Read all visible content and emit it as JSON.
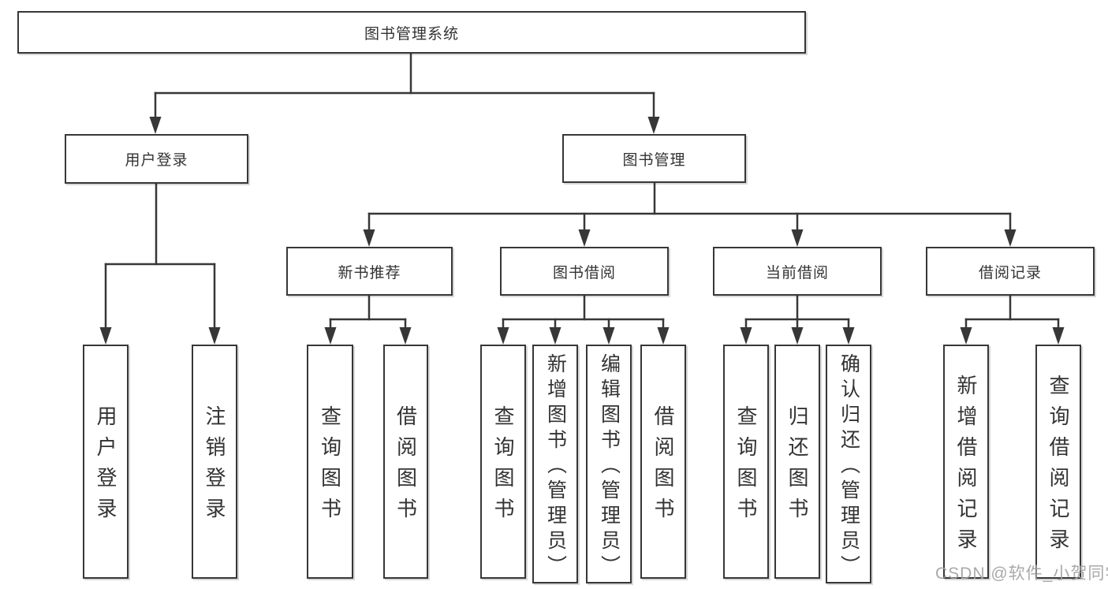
{
  "diagram": {
    "root": {
      "label": "图书管理系统"
    },
    "branches": {
      "user": {
        "label": "用户登录",
        "children": [
          {
            "label": "用户登录"
          },
          {
            "label": "注销登录"
          }
        ]
      },
      "book": {
        "label": "图书管理",
        "children": [
          {
            "label": "新书推荐",
            "children": [
              {
                "label": "查询图书"
              },
              {
                "label": "借阅图书"
              }
            ]
          },
          {
            "label": "图书借阅",
            "children": [
              {
                "label": "查询图书"
              },
              {
                "label": "新增图书（管理员）"
              },
              {
                "label": "编辑图书（管理员）"
              },
              {
                "label": "借阅图书"
              }
            ]
          },
          {
            "label": "当前借阅",
            "children": [
              {
                "label": "查询图书"
              },
              {
                "label": "归还图书"
              },
              {
                "label": "确认归还（管理员）"
              }
            ]
          },
          {
            "label": "借阅记录",
            "children": [
              {
                "label": "新增借阅记录"
              },
              {
                "label": "查询借阅记录"
              }
            ]
          }
        ]
      }
    },
    "watermark": "CSDN @软件_小贺同学",
    "colors": {
      "line": "#373737",
      "border": "#373737",
      "text": "#333333",
      "watermark": "#a0a0a0",
      "background": "#ffffff"
    }
  }
}
